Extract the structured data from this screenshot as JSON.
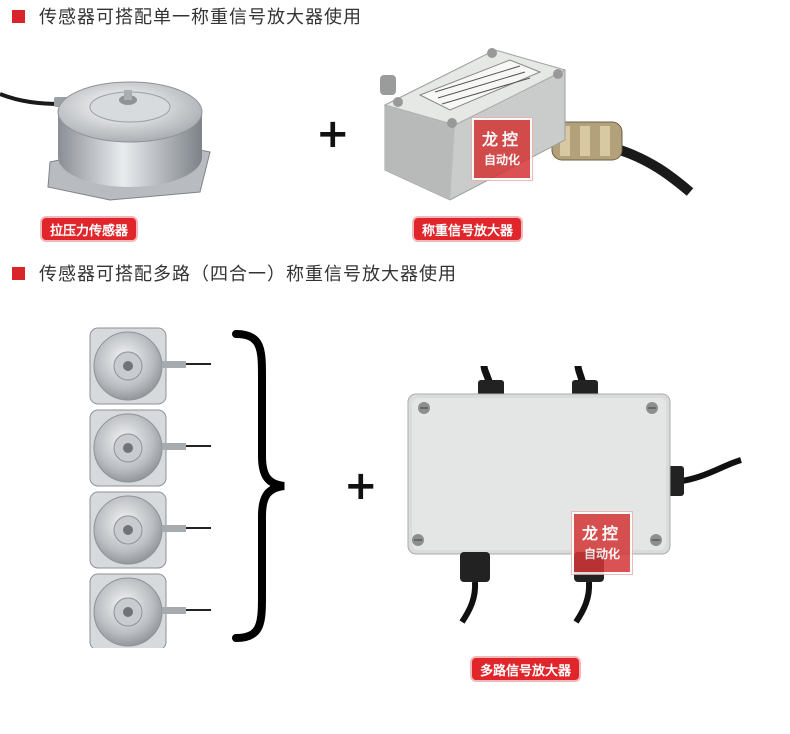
{
  "section1": {
    "title": "传感器可搭配单一称重信号放大器使用"
  },
  "section2": {
    "title": "传感器可搭配多路（四合一）称重信号放大器使用"
  },
  "labels": {
    "sensor": "拉压力传感器",
    "amplifier": "称重信号放大器",
    "multi_amplifier": "多路信号放大器"
  },
  "plus_sign": "+",
  "watermark": {
    "line1": "龙控",
    "line2": "自动化"
  },
  "colors": {
    "accent": "#d9242a",
    "badge": "#d43536"
  }
}
